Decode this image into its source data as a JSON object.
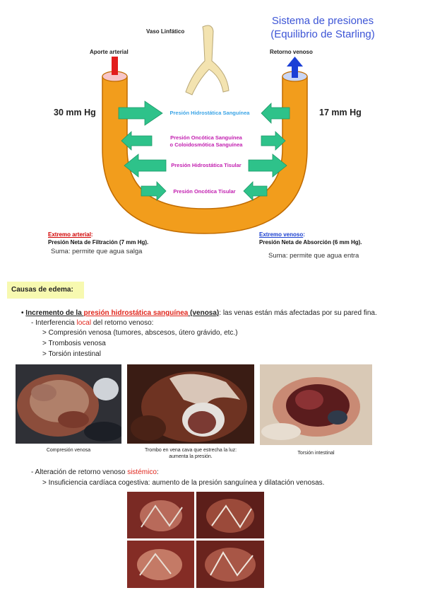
{
  "diagram": {
    "title_line1": "Sistema de presiones",
    "title_line2": "(Equilibrio de Starling)",
    "lymph_label": "Vaso Linfático",
    "arterial_in_label": "Aporte arterial",
    "venous_out_label": "Retorno venoso",
    "left_pressure": "30 mm Hg",
    "right_pressure": "17 mm Hg",
    "forces": [
      {
        "label": "Presión Hidrostática Sanguínea",
        "color": "#3aa4e6"
      },
      {
        "label_line1": "Presión Oncótica Sanguínea",
        "label_line2": "o Coloidosmótica Sanguínea",
        "color": "#c21fb0"
      },
      {
        "label": "Presión Hidrostática Tisular",
        "color": "#c21fb0"
      },
      {
        "label": "Presión Oncótica Tisular",
        "color": "#c21fb0"
      }
    ],
    "arterial_end": {
      "heading": "Extremo arterial",
      "colon": ":",
      "body": "Presión Neta de Filtración (7 mm Hg).",
      "note": "Suma: permite que agua salga"
    },
    "venous_end": {
      "heading": "Extremo venoso",
      "colon": ":",
      "body": "Presión Neta de Absorción (6 mm Hg).",
      "note": "Suma: permite que agua entra"
    },
    "colors": {
      "vessel": "#f29d1c",
      "vessel_edge": "#c06b00",
      "arrow": "#2ec28a",
      "arterial": "#e21d1d",
      "venous": "#1b3fd6",
      "lymph": "#f3e3b0"
    }
  },
  "causas": {
    "header": "Causas de edema:",
    "bullet": "•",
    "item1_part1": "Incremento de la ",
    "item1_part2": "presión hidrostática sanguínea",
    "item1_part3": " (venosa)",
    "item1_rest": ": las venas están más afectadas por su pared fina.",
    "sub1_pre": "- Interferencia ",
    "sub1_red": "local",
    "sub1_post": " del retorno venoso:",
    "sub1_items": [
      "> Compresión venosa (tumores, abscesos, útero grávido, etc.)",
      "> Trombosis venosa",
      "> Torsión intestinal"
    ],
    "photos": [
      {
        "caption": "Compresión venosa"
      },
      {
        "caption_line1": "Trombo en vena cava que estrecha la luz:",
        "caption_line2": "aumenta la presión."
      },
      {
        "caption": "Torsión intestinal"
      }
    ],
    "sub2_pre": "- Alteración de retorno venoso ",
    "sub2_red": "sistémico",
    "sub2_post": ":",
    "sub2_item": "> Insuficiencia cardíaca cogestiva: aumento de la presión sanguínea y dilatación venosas."
  }
}
